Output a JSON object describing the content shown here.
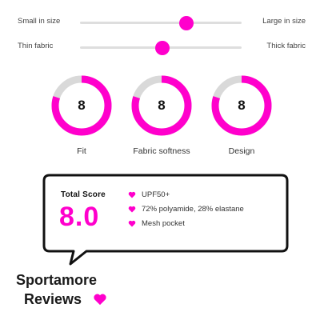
{
  "colors": {
    "accent": "#ff00cc",
    "ring_track": "#d9d9d9",
    "text": "#111111"
  },
  "sliders": [
    {
      "left_label": "Small in size",
      "right_label": "Large in size",
      "value": 0.66
    },
    {
      "left_label": "Thin fabric",
      "right_label": "Thick fabric",
      "value": 0.51
    }
  ],
  "ratings": [
    {
      "label": "Fit",
      "value": "8",
      "fraction": 0.8
    },
    {
      "label": "Fabric softness",
      "value": "8",
      "fraction": 0.8
    },
    {
      "label": "Design",
      "value": "8",
      "fraction": 0.8
    }
  ],
  "summary": {
    "title": "Total Score",
    "score": "8.0",
    "features": [
      {
        "text": "UPF50+",
        "icon": "heart-icon"
      },
      {
        "text": "72% polyamide, 28% elastane",
        "icon": "heart-icon"
      },
      {
        "text": "Mesh pocket",
        "icon": "heart-icon"
      }
    ]
  },
  "brand": {
    "line1": "Sportamore",
    "line2": "Reviews",
    "icon": "heart-icon"
  }
}
